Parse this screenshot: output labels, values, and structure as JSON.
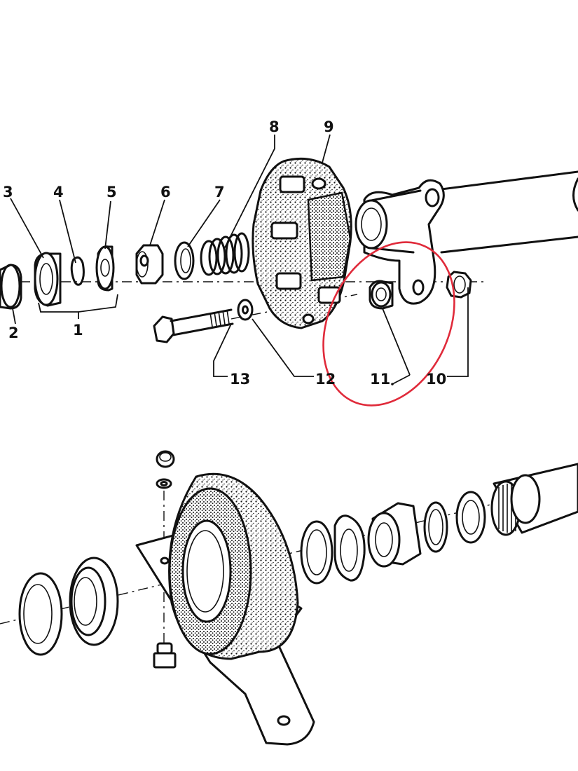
{
  "callouts": {
    "c1": "1",
    "c2": "2",
    "c3": "3",
    "c4": "4",
    "c5": "5",
    "c6": "6",
    "c7": "7",
    "c8": "8",
    "c9": "9",
    "c10": "10",
    "c11": "11",
    "c12": "12",
    "c13": "13"
  },
  "colors": {
    "ink": "#111111",
    "highlight": "#e02a3a",
    "paper": "#ffffff"
  }
}
